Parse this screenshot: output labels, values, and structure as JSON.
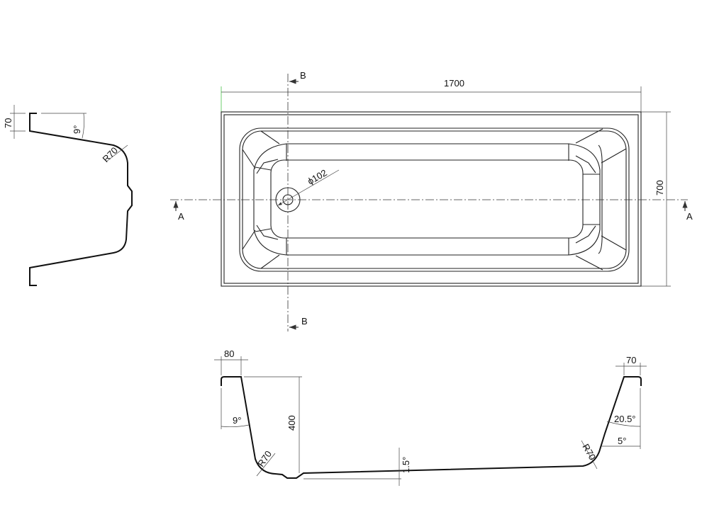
{
  "top_view": {
    "length_dim": "1700",
    "width_dim": "700",
    "drain_dim": "ϕ102",
    "section_a_label": "A",
    "section_b_label": "B",
    "accent_color": "#2eb82e"
  },
  "section_b": {
    "rim_height_dim": "70",
    "wall_angle": "9°",
    "radius": "R70"
  },
  "section_a": {
    "left_rim_dim": "80",
    "depth_dim": "400",
    "left_wall_angle": "9°",
    "left_radius": "R70",
    "floor_slope": "1.5°",
    "right_rim_dim": "70",
    "right_upper_angle": "20.5°",
    "right_lower_angle": "5°",
    "right_radius": "R70"
  }
}
